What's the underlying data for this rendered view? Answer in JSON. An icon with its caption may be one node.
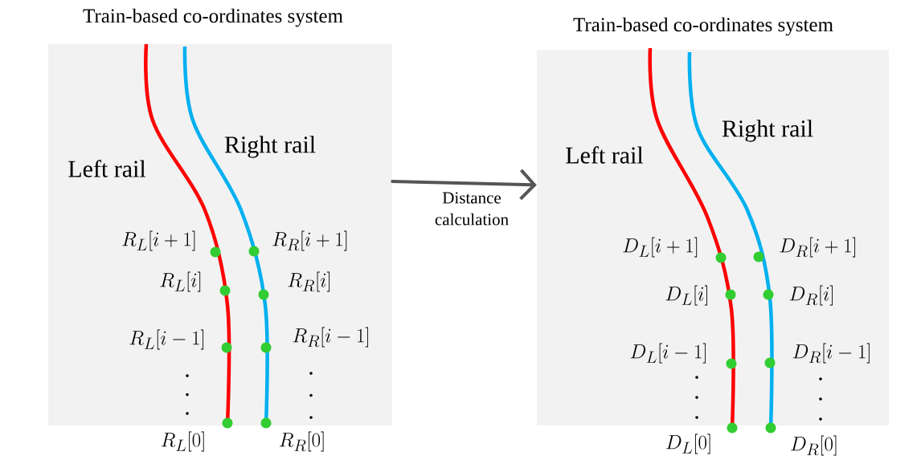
{
  "diagram": {
    "nodes": [
      {
        "text": [
          "Train-based co-ordinates system"
        ]
      },
      {
        "text": [
          "Train-based co-ordinates system"
        ]
      }
    ],
    "edges": [
      {
        "from": 0,
        "to": 1,
        "arrow": "to",
        "label": "Distance calculation"
      }
    ],
    "labels": [
      "Left rail",
      "Right rail",
      "R_L[i+1]",
      "R_R[i+1]",
      "R_L[i]",
      "R_R[i]",
      "R_L[i-1]",
      "R_R[i-1]",
      "R_L[0]",
      "R_R[0]",
      "Left rail",
      "Right rail",
      "D_L[i+1]",
      "D_R[i+1]",
      "D_L[i]",
      "D_R[i]",
      "D_L[i-1]",
      "D_R[i-1]",
      "D_L[0]",
      "D_R[0]"
    ]
  }
}
